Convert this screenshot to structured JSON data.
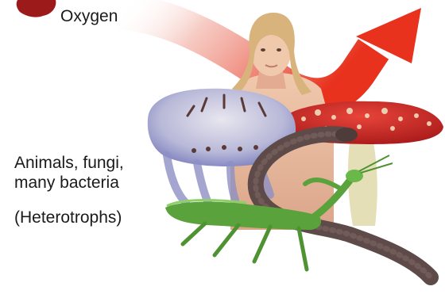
{
  "labels": {
    "oxygen": "Oxygen",
    "heterotrophs_line1": "Animals, fungi,",
    "heterotrophs_line2": "many bacteria",
    "heterotrophs_type": "(Heterotrophs)"
  },
  "colors": {
    "arrow": "#e8321e",
    "oxygen_blob": "#9c1a1a",
    "mushroom_cap": "#d42a2a",
    "jellyfish": "#8f93c9",
    "mantis": "#5aa23c",
    "snake": "#5e4a48",
    "skin": "#e7b79b"
  },
  "icons": [
    "oxygen-blob-icon",
    "red-arrow-icon",
    "jellyfish-icon",
    "mushroom-icon",
    "snake-icon",
    "mantis-icon",
    "person-icon"
  ]
}
